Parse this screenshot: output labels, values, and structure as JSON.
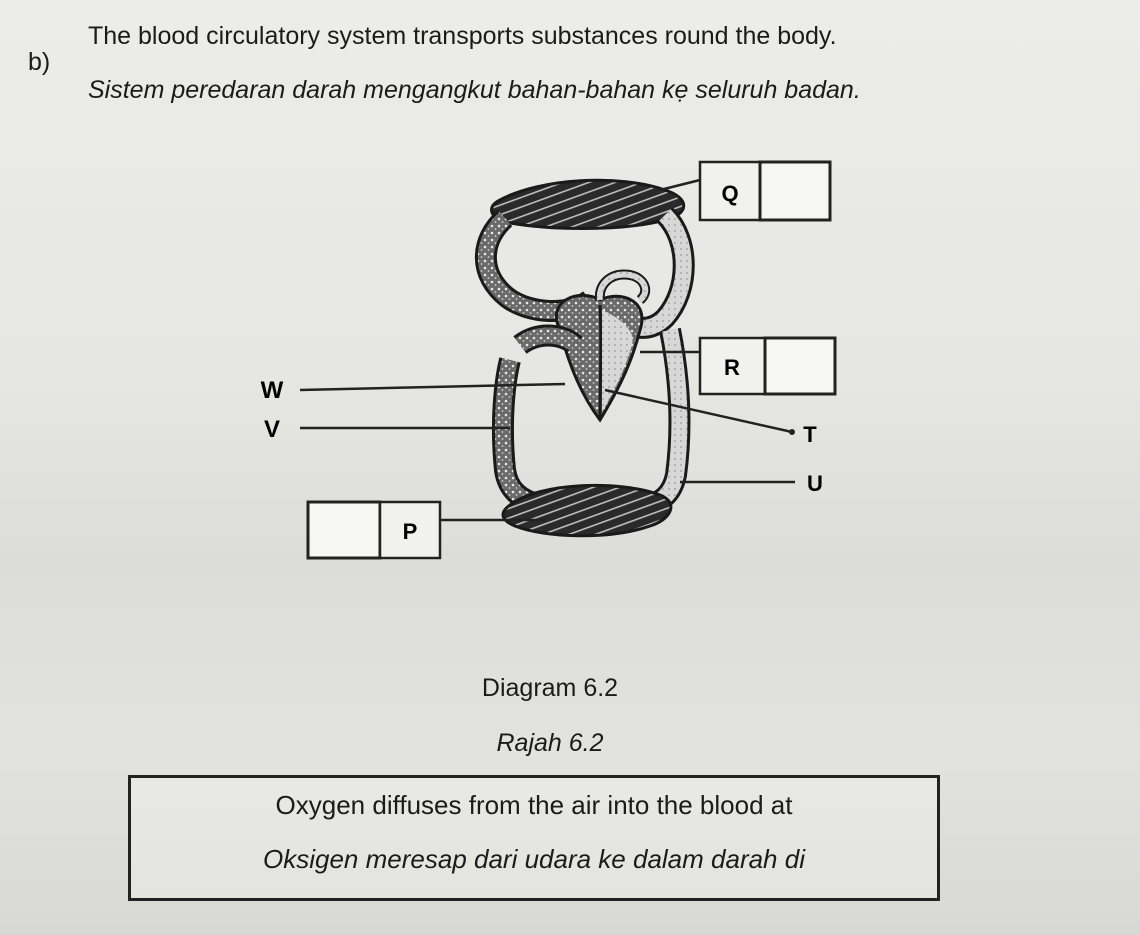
{
  "question": {
    "label": "b)",
    "text_en": "The blood circulatory system transports substances round the body.",
    "text_ms": "Sistem peredaran darah mengangkut bahan-bahan kẹ seluruh badan."
  },
  "diagram": {
    "labels": {
      "q": "Q",
      "r": "R",
      "w": "W",
      "v": "V",
      "t": "T",
      "u": "U",
      "p": "P"
    },
    "caption_en": "Diagram 6.2",
    "caption_ms": "Rajah 6.2"
  },
  "answer": {
    "text_en": "Oxygen diffuses from the air into the blood at",
    "text_ms": "Oksigen meresap dari udara ke dalam darah di"
  }
}
